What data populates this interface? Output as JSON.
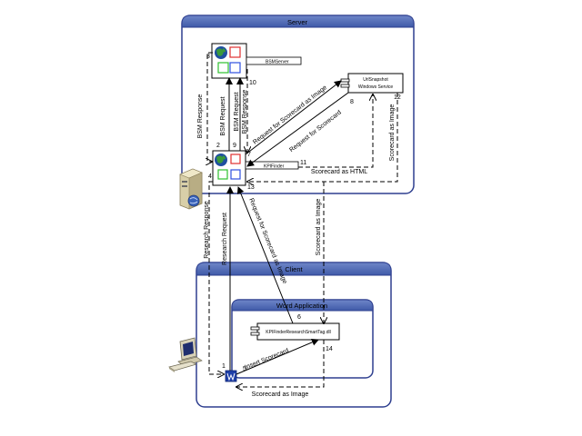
{
  "containers": {
    "server": "Server",
    "client": "Client",
    "word_application": "Word Application"
  },
  "components": {
    "bsm_server": "BSMServer",
    "url_snapshot_line1": "UrlSnapshot",
    "url_snapshot_line2": "Windows Service",
    "kpi_finder": "KPIFinder",
    "smart_tag": "KPIFinderResearchSmartTag.dll"
  },
  "flows": {
    "bsm_response_left": "BSM Response",
    "bsm_request": "BSM Request",
    "bsm_request_2": "BSM Request",
    "bsm_response_right": "BSM Response",
    "request_scorecard_as_image": "Request for Scorecard as Image",
    "request_scorecard": "Request for Scorecard",
    "scorecard_as_html": "Scorecard as HTML",
    "scorecard_as_image_right": "Scorecard as Image",
    "research_response": "Research Response",
    "research_request": "Research Request",
    "request_scorecard_as_image_client": "Request for Scorecard as Image",
    "scorecard_as_image_mid": "Scorecard as Image",
    "insert_scorecard": "Insert Scorecard",
    "scorecard_as_image_bottom": "Scorecard as Image"
  },
  "step_numbers": {
    "n1": "1",
    "n2": "2",
    "n3": "3",
    "n4": "4",
    "n5": "5",
    "n6": "6",
    "n7": "7",
    "n8": "8",
    "n9": "9",
    "n10": "10",
    "n11": "11",
    "n12": "12",
    "n13": "13",
    "n14": "14"
  },
  "icons": {
    "server_computer": "server-computer-icon",
    "client_computer": "desktop-computer-icon",
    "globe": "globe-icon",
    "word": "word-document-icon"
  },
  "colors": {
    "container_border": "#2e3f8f",
    "container_header": "#3f5aa8",
    "globe_blue": "#1f4fa0",
    "globe_green": "#3a9a3a",
    "square_red": "#e03030",
    "square_green": "#30c030",
    "square_blue": "#3050e0"
  }
}
